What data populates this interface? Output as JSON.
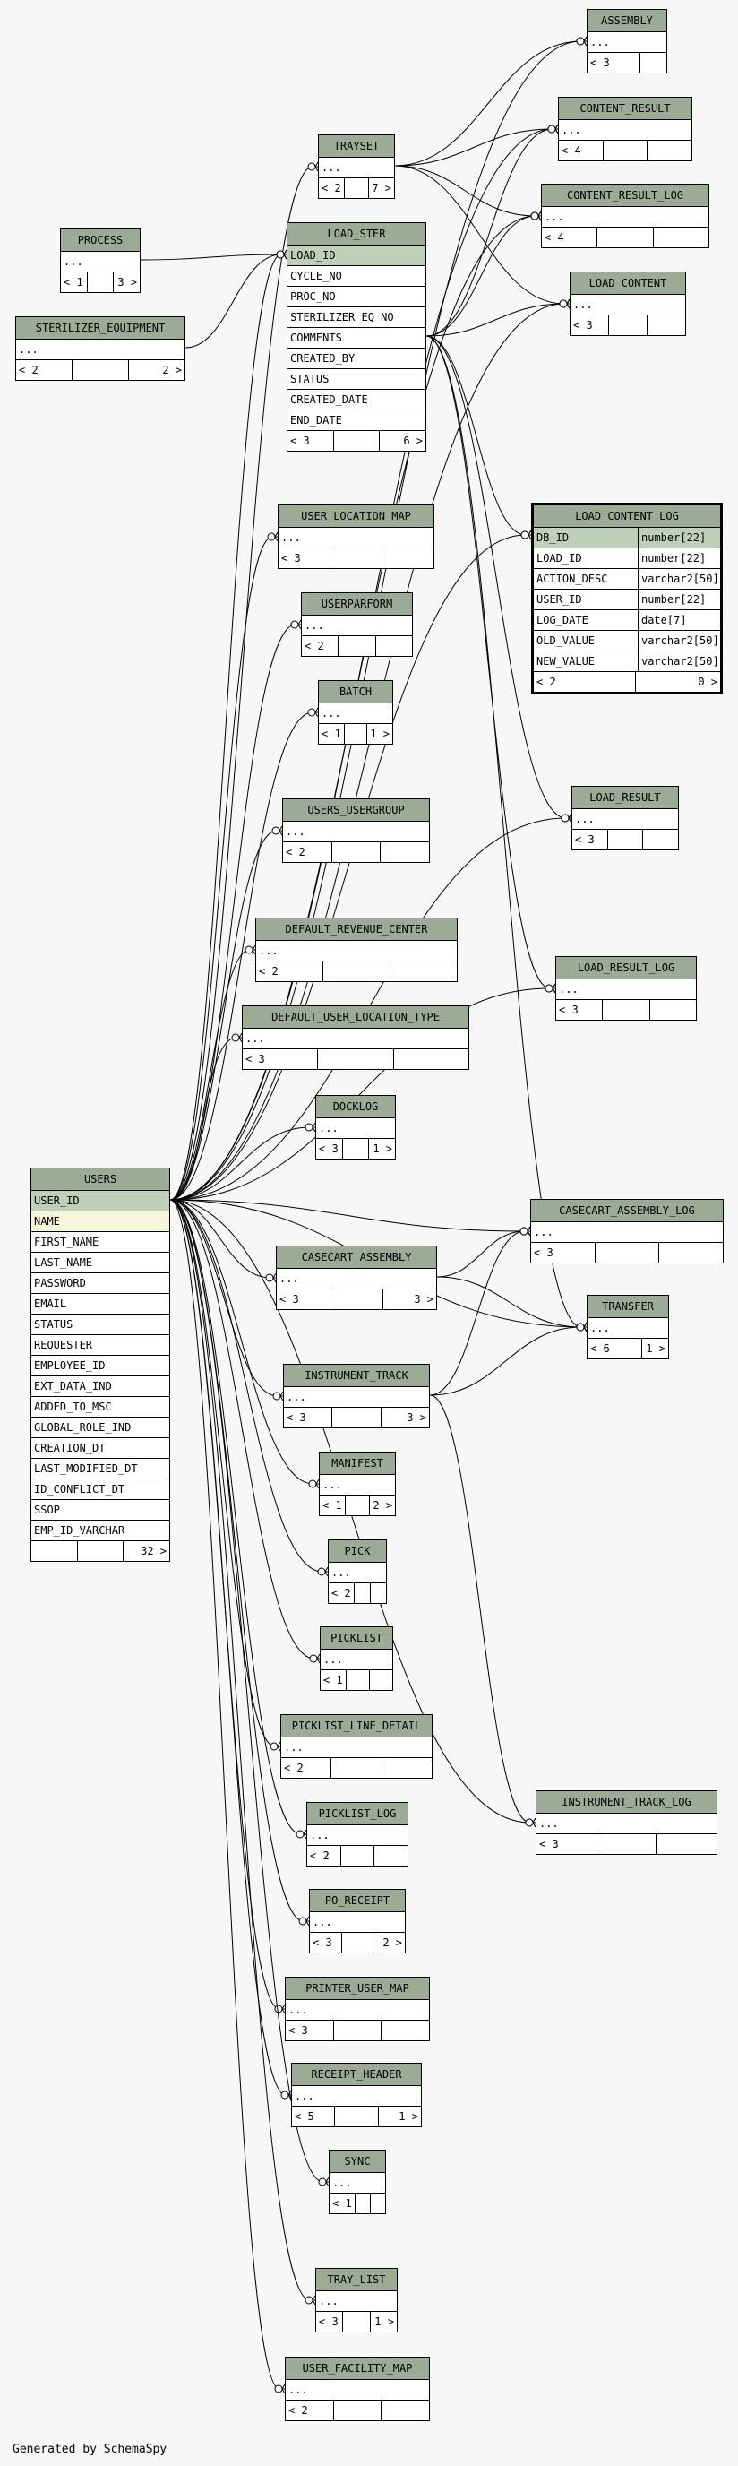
{
  "footer": "Generated by SchemaSpy",
  "tables": [
    {
      "key": "assembly",
      "name": "ASSEMBLY",
      "columns": [
        "..."
      ],
      "parents": "3",
      "children": "",
      "anchors": ""
    },
    {
      "key": "content_result",
      "name": "CONTENT_RESULT",
      "columns": [
        "..."
      ],
      "parents": "4",
      "children": "",
      "anchors": ""
    },
    {
      "key": "trayset",
      "name": "TRAYSET",
      "columns": [
        "..."
      ],
      "parents": "2",
      "children": "7",
      "anchors": ">"
    },
    {
      "key": "content_result_log",
      "name": "CONTENT_RESULT_LOG",
      "columns": [
        "..."
      ],
      "parents": "4",
      "children": "",
      "anchors": ""
    },
    {
      "key": "process",
      "name": "PROCESS",
      "columns": [
        "..."
      ],
      "parents": "1",
      "children": "3",
      "anchors": ">"
    },
    {
      "key": "load_ster",
      "name": "LOAD_STER",
      "columns": [
        "LOAD_ID",
        "CYCLE_NO",
        "PROC_NO",
        "STERILIZER_EQ_NO",
        "COMMENTS",
        "CREATED_BY",
        "STATUS",
        "CREATED_DATE",
        "END_DATE"
      ],
      "parents": "3",
      "children": "6",
      "anchors": ">"
    },
    {
      "key": "load_content",
      "name": "LOAD_CONTENT",
      "columns": [
        "..."
      ],
      "parents": "3",
      "children": "",
      "anchors": ""
    },
    {
      "key": "sterilizer_equipment",
      "name": "STERILIZER_EQUIPMENT",
      "columns": [
        "..."
      ],
      "parents": "2",
      "children": "2",
      "anchors": ">"
    },
    {
      "key": "user_location_map",
      "name": "USER_LOCATION_MAP",
      "columns": [
        "..."
      ],
      "parents": "3",
      "children": "",
      "anchors": ""
    },
    {
      "key": "load_content_log",
      "name": "LOAD_CONTENT_LOG",
      "columns": [
        "DB_ID",
        "LOAD_ID",
        "ACTION_DESC",
        "USER_ID",
        "LOG_DATE",
        "OLD_VALUE",
        "NEW_VALUE"
      ],
      "types": [
        "number[22]",
        "number[22]",
        "varchar2[50]",
        "number[22]",
        "date[7]",
        "varchar2[50]",
        "varchar2[50]"
      ],
      "parents": "2",
      "children": "0",
      "anchors": ">"
    },
    {
      "key": "userparform",
      "name": "USERPARFORM",
      "columns": [
        "..."
      ],
      "parents": "2",
      "children": "",
      "anchors": ""
    },
    {
      "key": "batch",
      "name": "BATCH",
      "columns": [
        "..."
      ],
      "parents": "1",
      "children": "1",
      "anchors": ">"
    },
    {
      "key": "load_result",
      "name": "LOAD_RESULT",
      "columns": [
        "..."
      ],
      "parents": "3",
      "children": "",
      "anchors": ""
    },
    {
      "key": "users_usergroup",
      "name": "USERS_USERGROUP",
      "columns": [
        "..."
      ],
      "parents": "2",
      "children": "",
      "anchors": ""
    },
    {
      "key": "default_revenue_center",
      "name": "DEFAULT_REVENUE_CENTER",
      "columns": [
        "..."
      ],
      "parents": "2",
      "children": "",
      "anchors": ""
    },
    {
      "key": "load_result_log",
      "name": "LOAD_RESULT_LOG",
      "columns": [
        "..."
      ],
      "parents": "3",
      "children": "",
      "anchors": ""
    },
    {
      "key": "default_user_location_type",
      "name": "DEFAULT_USER_LOCATION_TYPE",
      "columns": [
        "..."
      ],
      "parents": "3",
      "children": "",
      "anchors": ""
    },
    {
      "key": "docklog",
      "name": "DOCKLOG",
      "columns": [
        "..."
      ],
      "parents": "3",
      "children": "1",
      "anchors": ">"
    },
    {
      "key": "users",
      "name": "USERS",
      "columns": [
        "USER_ID",
        "NAME",
        "FIRST_NAME",
        "LAST_NAME",
        "PASSWORD",
        "EMAIL",
        "STATUS",
        "REQUESTER",
        "EMPLOYEE_ID",
        "EXT_DATA_IND",
        "ADDED_TO_MSC",
        "GLOBAL_ROLE_IND",
        "CREATION_DT",
        "LAST_MODIFIED_DT",
        "ID_CONFLICT_DT",
        "SSOP",
        "EMP_ID_VARCHAR"
      ],
      "parents": "",
      "children": "32",
      "anchors": ">"
    },
    {
      "key": "casecart_assembly_log",
      "name": "CASECART_ASSEMBLY_LOG",
      "columns": [
        "..."
      ],
      "parents": "3",
      "children": "",
      "anchors": ""
    },
    {
      "key": "casecart_assembly",
      "name": "CASECART_ASSEMBLY",
      "columns": [
        "..."
      ],
      "parents": "3",
      "children": "3",
      "anchors": ">"
    },
    {
      "key": "transfer",
      "name": "TRANSFER",
      "columns": [
        "..."
      ],
      "parents": "6",
      "children": "1",
      "anchors": ">"
    },
    {
      "key": "instrument_track",
      "name": "INSTRUMENT_TRACK",
      "columns": [
        "..."
      ],
      "parents": "3",
      "children": "3",
      "anchors": ">"
    },
    {
      "key": "manifest",
      "name": "MANIFEST",
      "columns": [
        "..."
      ],
      "parents": "1",
      "children": "2",
      "anchors": ">"
    },
    {
      "key": "pick",
      "name": "PICK",
      "columns": [
        "..."
      ],
      "parents": "2",
      "children": "",
      "anchors": ""
    },
    {
      "key": "picklist",
      "name": "PICKLIST",
      "columns": [
        "..."
      ],
      "parents": "1",
      "children": "",
      "anchors": ""
    },
    {
      "key": "picklist_line_detail",
      "name": "PICKLIST_LINE_DETAIL",
      "columns": [
        "..."
      ],
      "parents": "2",
      "children": "",
      "anchors": ""
    },
    {
      "key": "instrument_track_log",
      "name": "INSTRUMENT_TRACK_LOG",
      "columns": [
        "..."
      ],
      "parents": "3",
      "children": "",
      "anchors": ""
    },
    {
      "key": "picklist_log",
      "name": "PICKLIST_LOG",
      "columns": [
        "..."
      ],
      "parents": "2",
      "children": "",
      "anchors": ""
    },
    {
      "key": "po_receipt",
      "name": "PO_RECEIPT",
      "columns": [
        "..."
      ],
      "parents": "3",
      "children": "2",
      "anchors": ">"
    },
    {
      "key": "printer_user_map",
      "name": "PRINTER_USER_MAP",
      "columns": [
        "..."
      ],
      "parents": "3",
      "children": "",
      "anchors": ""
    },
    {
      "key": "receipt_header",
      "name": "RECEIPT_HEADER",
      "columns": [
        "..."
      ],
      "parents": "5",
      "children": "1",
      "anchors": ">"
    },
    {
      "key": "sync",
      "name": "SYNC",
      "columns": [
        "..."
      ],
      "parents": "1",
      "children": "",
      "anchors": ""
    },
    {
      "key": "tray_list",
      "name": "TRAY_LIST",
      "columns": [
        "..."
      ],
      "parents": "3",
      "children": "1",
      "anchors": ">"
    },
    {
      "key": "user_facility_map",
      "name": "USER_FACILITY_MAP",
      "columns": [
        "..."
      ],
      "parents": "2",
      "children": "",
      "anchors": ""
    }
  ],
  "relationships": [
    {
      "from": "users",
      "to": "assembly"
    },
    {
      "from": "users",
      "to": "content_result"
    },
    {
      "from": "users",
      "to": "trayset"
    },
    {
      "from": "users",
      "to": "content_result_log"
    },
    {
      "from": "users",
      "to": "load_ster"
    },
    {
      "from": "users",
      "to": "load_content"
    },
    {
      "from": "users",
      "to": "user_location_map"
    },
    {
      "from": "users",
      "to": "load_content_log"
    },
    {
      "from": "users",
      "to": "userparform"
    },
    {
      "from": "users",
      "to": "batch"
    },
    {
      "from": "users",
      "to": "load_result"
    },
    {
      "from": "users",
      "to": "users_usergroup"
    },
    {
      "from": "users",
      "to": "default_revenue_center"
    },
    {
      "from": "users",
      "to": "load_result_log"
    },
    {
      "from": "users",
      "to": "default_user_location_type"
    },
    {
      "from": "users",
      "to": "docklog"
    },
    {
      "from": "users",
      "to": "casecart_assembly_log"
    },
    {
      "from": "users",
      "to": "casecart_assembly"
    },
    {
      "from": "users",
      "to": "transfer"
    },
    {
      "from": "users",
      "to": "instrument_track"
    },
    {
      "from": "users",
      "to": "manifest"
    },
    {
      "from": "users",
      "to": "pick"
    },
    {
      "from": "users",
      "to": "picklist"
    },
    {
      "from": "users",
      "to": "picklist_line_detail"
    },
    {
      "from": "users",
      "to": "instrument_track_log"
    },
    {
      "from": "users",
      "to": "picklist_log"
    },
    {
      "from": "users",
      "to": "po_receipt"
    },
    {
      "from": "users",
      "to": "printer_user_map"
    },
    {
      "from": "users",
      "to": "receipt_header"
    },
    {
      "from": "users",
      "to": "sync"
    },
    {
      "from": "users",
      "to": "tray_list"
    },
    {
      "from": "users",
      "to": "user_facility_map"
    },
    {
      "from": "trayset",
      "to": "assembly"
    },
    {
      "from": "trayset",
      "to": "content_result"
    },
    {
      "from": "trayset",
      "to": "content_result_log"
    },
    {
      "from": "trayset",
      "to": "load_content"
    },
    {
      "from": "load_ster",
      "to": "content_result"
    },
    {
      "from": "load_ster",
      "to": "content_result_log"
    },
    {
      "from": "load_ster",
      "to": "load_content"
    },
    {
      "from": "load_ster",
      "to": "load_content_log"
    },
    {
      "from": "load_ster",
      "to": "load_result"
    },
    {
      "from": "load_ster",
      "to": "load_result_log"
    },
    {
      "from": "load_ster",
      "to": "transfer"
    },
    {
      "from": "process",
      "to": "load_ster"
    },
    {
      "from": "sterilizer_equipment",
      "to": "load_ster"
    },
    {
      "from": "casecart_assembly",
      "to": "casecart_assembly_log"
    },
    {
      "from": "casecart_assembly",
      "to": "transfer"
    },
    {
      "from": "instrument_track",
      "to": "transfer"
    },
    {
      "from": "instrument_track",
      "to": "casecart_assembly_log"
    },
    {
      "from": "instrument_track",
      "to": "instrument_track_log"
    }
  ]
}
